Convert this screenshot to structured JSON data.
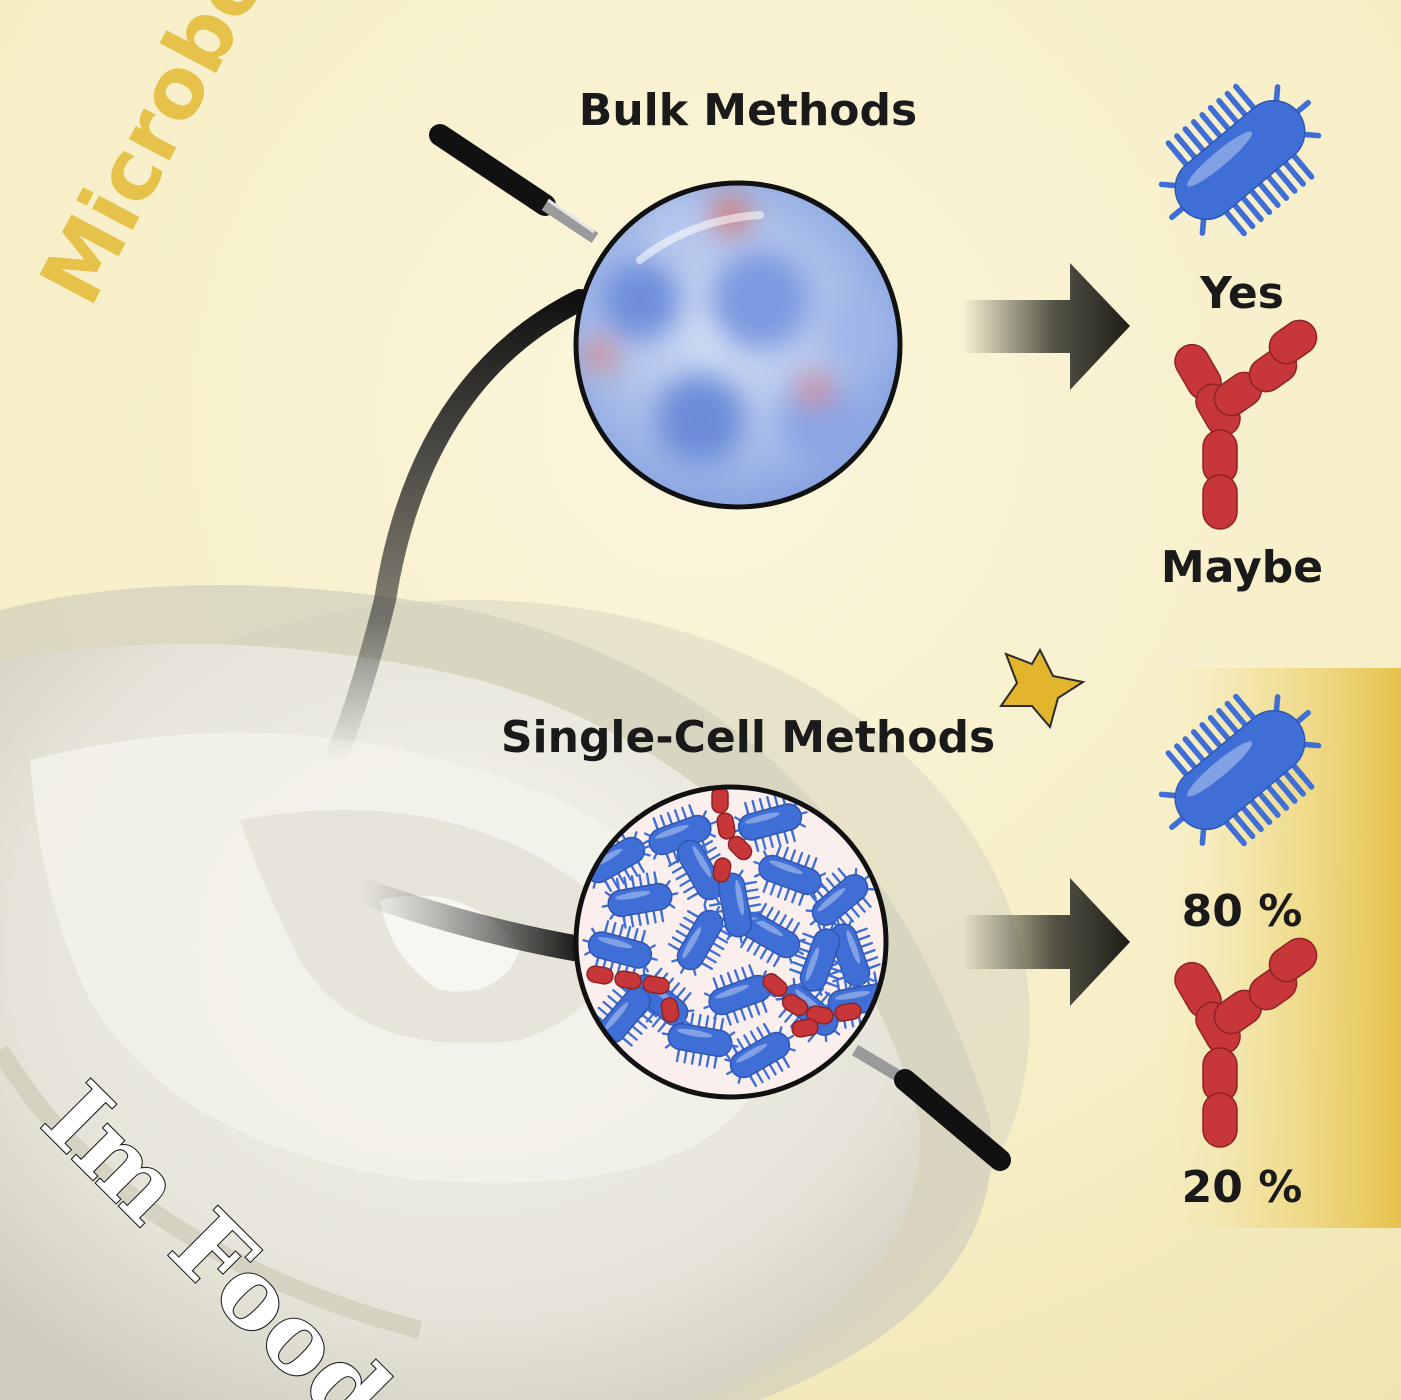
{
  "title_top": "Microbes",
  "title_bottom": "Im Food",
  "bulk": {
    "heading": "Bulk Methods",
    "result_1": "Yes",
    "result_2": "Maybe"
  },
  "single_cell": {
    "heading": "Single-Cell Methods",
    "result_1": "80 %",
    "result_2": "20 %"
  },
  "colors": {
    "background": "#f7efc3",
    "accent_yellow": "#e6c24a",
    "microbe_blue": "#3f6fd6",
    "microbe_red": "#c7373a",
    "highlight_gold": "#e8c84e"
  }
}
